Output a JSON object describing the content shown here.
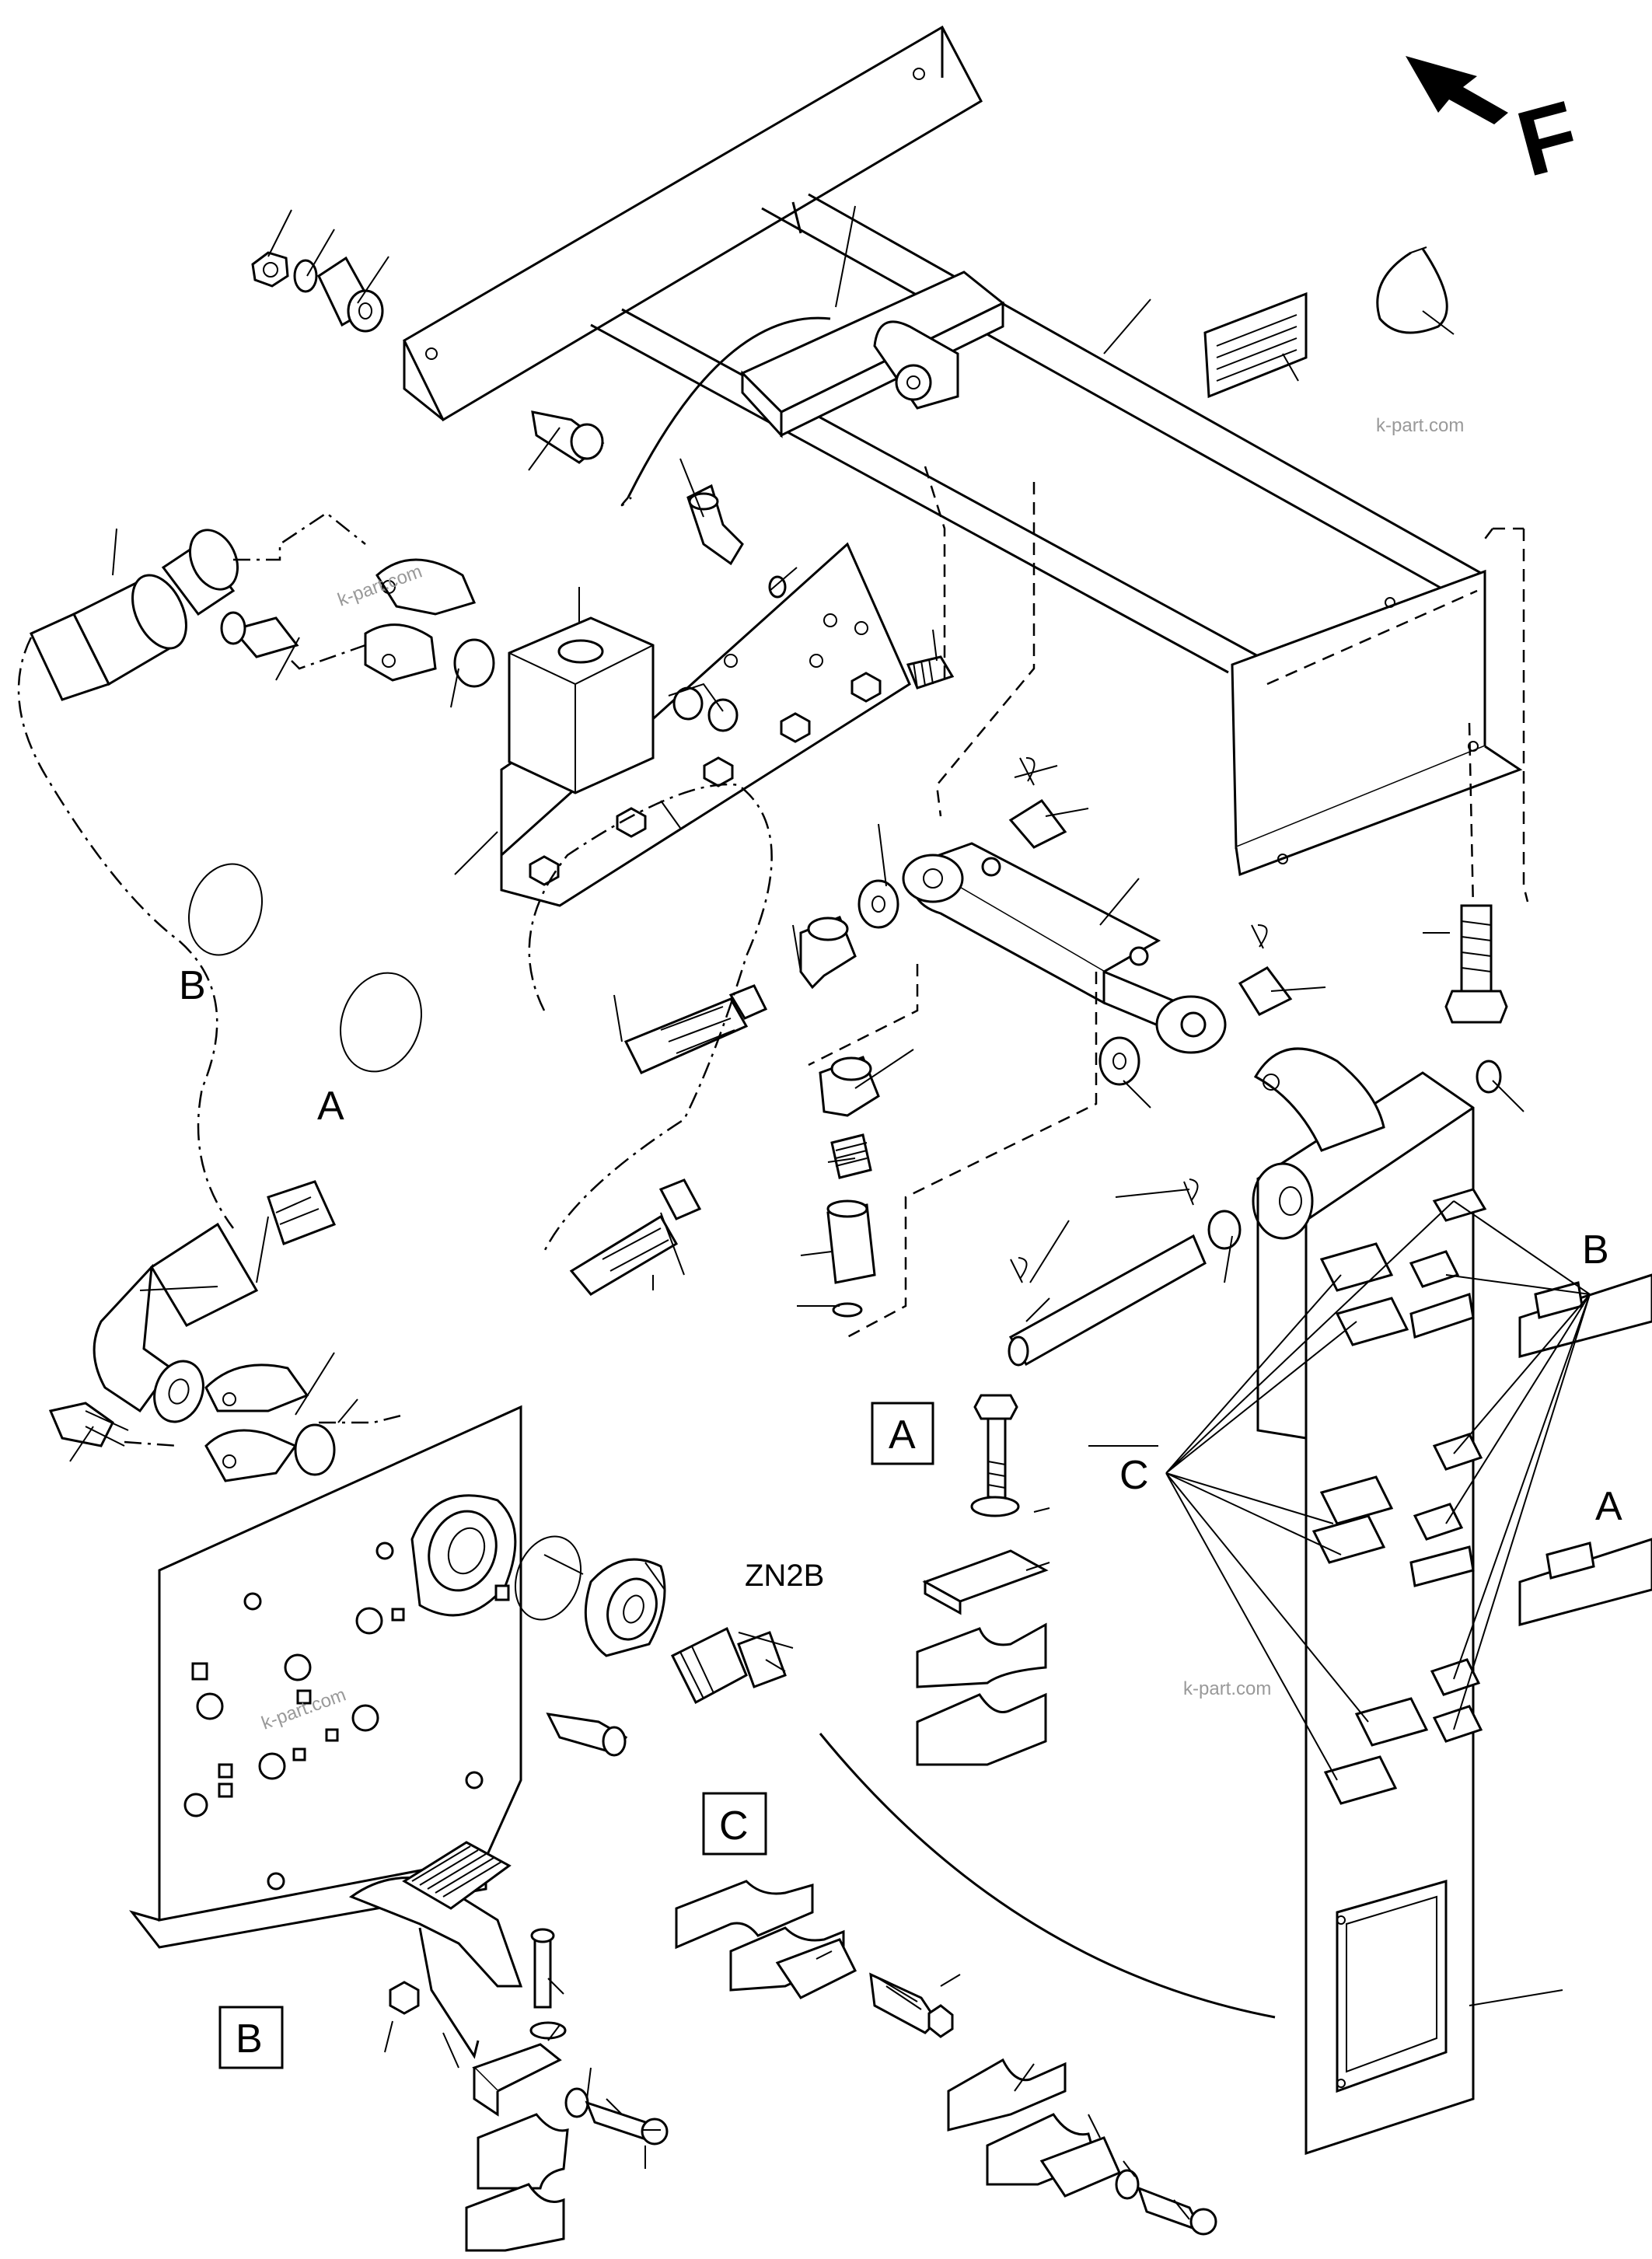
{
  "diagram": {
    "direction_marker": "F",
    "model_code": "ZN2B",
    "callouts": {
      "hose_loop_a": "A",
      "hose_loop_b": "B",
      "detail_b_side": "B",
      "detail_a_side": "A",
      "clamp_group": "C"
    },
    "detail_boxes": {
      "box_a": "A",
      "box_b": "B",
      "box_c": "C"
    },
    "watermarks": [
      "k-part.com",
      "k-part.com",
      "k-part.com",
      "k-part.com"
    ]
  }
}
